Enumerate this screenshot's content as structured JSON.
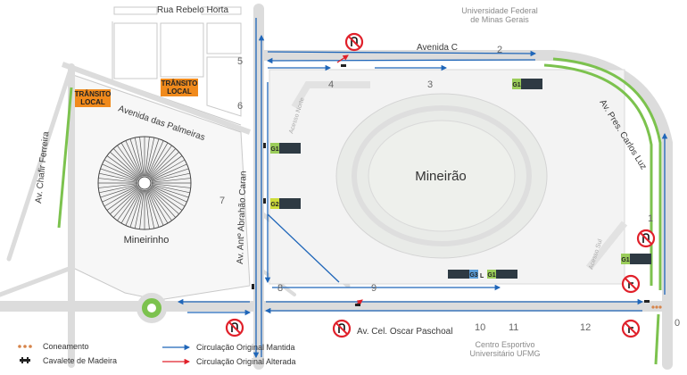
{
  "streets": {
    "rua_rebelo_horta": "Rua Rebelo Horta",
    "avenida_c": "Avenida C",
    "avenida_das_palmeiras": "Avenida das Palmeiras",
    "av_chafir_ferreira": "Av. Chafir Ferreira",
    "av_antonio_abrahao_caran": "Av. Antº Abrahão Caran",
    "av_pres_carlos_luz": "Av. Pres. Carlos Luz",
    "av_cel_oscar_paschoal": "Av. Cel. Oscar Paschoal",
    "acesso_norte": "Acesso Norte",
    "acesso_sul": "Acesso Sul"
  },
  "places": {
    "ufmg": [
      "Universidade Federal",
      "de Minas Gerais"
    ],
    "mineirao": "Mineirão",
    "mineirinho": "Mineirinho",
    "centro_esportivo": [
      "Centro Esportivo",
      "Universitário UFMG"
    ]
  },
  "local_traffic_label": [
    "TRÂNSITO",
    "LOCAL"
  ],
  "points": [
    "0",
    "1",
    "2",
    "3",
    "4",
    "5",
    "6",
    "7",
    "8",
    "9",
    "10",
    "11",
    "12"
  ],
  "parking_signs": [
    "G1",
    "G1",
    "G2",
    "G3",
    "G1",
    "G1"
  ],
  "gate_letter": "L",
  "legend": {
    "cones": "Coneamento",
    "barrier": "Cavalete de Madeira",
    "original_kept": "Circulação Original Mantida",
    "original_changed": "Circulação Original Alterada"
  },
  "colors": {
    "road": "#dcdcdc",
    "green_route": "#7cc24e",
    "blue_route": "#1f66b9",
    "red_route": "#e0202a",
    "local_tag": "#f08a1c",
    "sign_bg": "#2e3a43"
  }
}
